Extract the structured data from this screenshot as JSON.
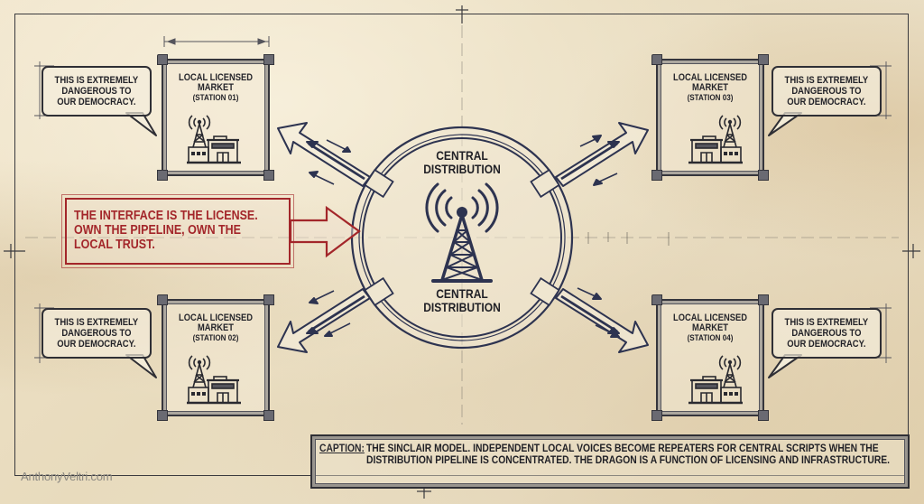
{
  "diagram": {
    "hub": {
      "label_top": "CENTRAL DISTRIBUTION",
      "label_bottom": "CENTRAL DISTRIBUTION",
      "icon": "broadcast-tower-icon"
    },
    "stations": [
      {
        "id": "01",
        "title_line1": "LOCAL LICENSED",
        "title_line2": "MARKET",
        "subtitle": "(STATION 01)",
        "position": "top-left",
        "icon": "tower-and-building-icon"
      },
      {
        "id": "02",
        "title_line1": "LOCAL LICENSED",
        "title_line2": "MARKET",
        "subtitle": "(STATION 02)",
        "position": "bottom-left",
        "icon": "tower-and-building-icon"
      },
      {
        "id": "03",
        "title_line1": "LOCAL LICENSED",
        "title_line2": "MARKET",
        "subtitle": "(STATION 03)",
        "position": "top-right",
        "icon": "tower-and-building-icon"
      },
      {
        "id": "04",
        "title_line1": "LOCAL LICENSED",
        "title_line2": "MARKET",
        "subtitle": "(STATION 04)",
        "position": "bottom-right",
        "icon": "tower-and-building-icon"
      }
    ],
    "bubbles": [
      {
        "line1": "THIS IS EXTREMELY",
        "line2": "DANGEROUS TO",
        "line3": "OUR DEMOCRACY."
      },
      {
        "line1": "THIS IS EXTREMELY",
        "line2": "DANGEROUS TO",
        "line3": "OUR DEMOCRACY."
      },
      {
        "line1": "THIS IS EXTREMELY",
        "line2": "DANGEROUS TO",
        "line3": "OUR DEMOCRACY."
      },
      {
        "line1": "THIS IS EXTREMELY",
        "line2": "DANGEROUS TO",
        "line3": "OUR DEMOCRACY."
      }
    ],
    "callout": {
      "line1": "THE INTERFACE IS THE LICENSE.",
      "line2": "OWN THE PIPELINE, OWN THE",
      "line3": "LOCAL TRUST.",
      "color": "#a3262a"
    },
    "caption": {
      "label": "CAPTION:",
      "text": "THE SINCLAIR MODEL. INDEPENDENT LOCAL VOICES BECOME REPEATERS FOR CENTRAL SCRIPTS WHEN THE DISTRIBUTION PIPELINE IS CONCENTRATED. THE DRAGON IS A FUNCTION OF LICENSING AND INFRASTRUCTURE."
    },
    "watermark": "AnthonyVeltri.com",
    "colors": {
      "ink": "#2f2f35",
      "navy_ink": "#2d3350",
      "paper": "#ece0c4",
      "accent_red": "#a3262a"
    }
  }
}
